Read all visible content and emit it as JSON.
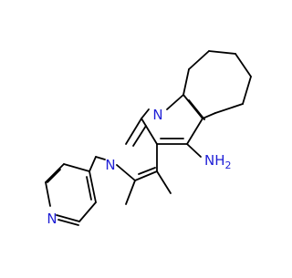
{
  "molecule": {
    "atom_labels": {
      "pyridine_n": "N",
      "pyrrole_n": "N",
      "ring_fusion_n": "N",
      "amine": "NH",
      "amine_h_count": "2"
    },
    "colors": {
      "heteroatom": "#1f1fd6",
      "bond": "#000000",
      "background": "#ffffff"
    }
  }
}
